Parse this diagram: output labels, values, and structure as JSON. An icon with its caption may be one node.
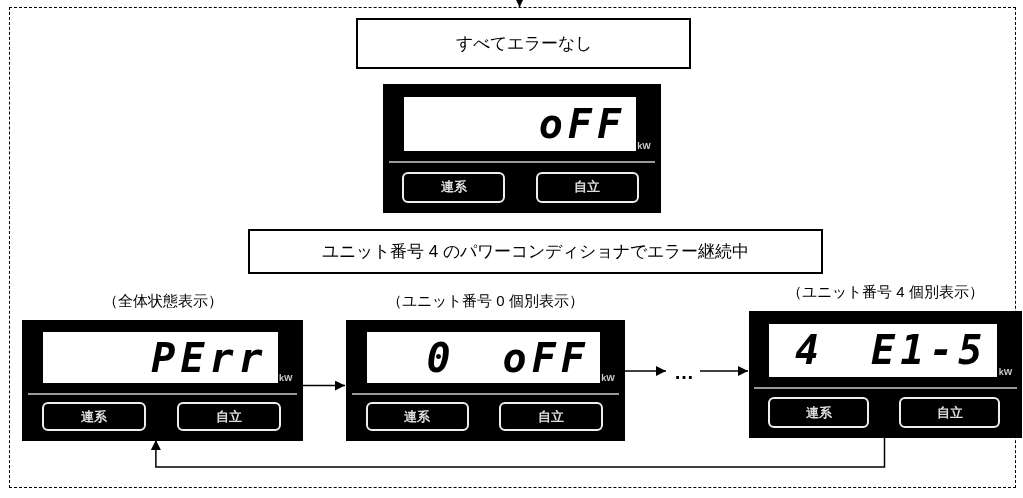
{
  "diagram": {
    "nodes": [
      {
        "text": [],
        "shape": "box"
      },
      {
        "text": [
          "すべてエラーなし"
        ],
        "in": 0
      },
      {
        "text": [
          "oFF",
          "kW"
        ],
        "in": 0
      },
      {
        "text": [
          "連系"
        ],
        "in": 2
      },
      {
        "text": [
          "自立"
        ],
        "in": 2
      },
      {
        "text": [
          "ユニット番号 4 のパワーコンディショナでエラー継続中"
        ],
        "in": 0
      },
      {
        "text": [
          "PErr",
          "kW"
        ],
        "in": 0,
        "beside": [
          "（全体状態表示）"
        ]
      },
      {
        "text": [
          "連系"
        ],
        "in": 6
      },
      {
        "text": [
          "自立"
        ],
        "in": 6
      },
      {
        "text": [
          "0 oFF",
          "kW"
        ],
        "in": 0,
        "beside": [
          "（ユニット番号 0 個別表示）"
        ]
      },
      {
        "text": [
          "連系"
        ],
        "in": 9
      },
      {
        "text": [
          "自立"
        ],
        "in": 9
      },
      {
        "text": [
          "…"
        ],
        "in": 0
      },
      {
        "text": [
          "4 E1-5",
          "kW"
        ],
        "in": 0,
        "beside": [
          "（ユニット番号 4 個別表示）"
        ]
      },
      {
        "text": [
          "連系"
        ],
        "in": 13
      },
      {
        "text": [
          "自立"
        ],
        "in": 13
      }
    ],
    "edges": [
      {
        "from": null,
        "to": 0,
        "arrow": "to"
      },
      {
        "from": 6,
        "to": 9,
        "arrow": "to"
      },
      {
        "from": 9,
        "to": 12,
        "arrow": "to"
      },
      {
        "from": 12,
        "to": 13,
        "arrow": "to"
      },
      {
        "from": 13,
        "to": 6,
        "arrow": "to"
      }
    ]
  }
}
